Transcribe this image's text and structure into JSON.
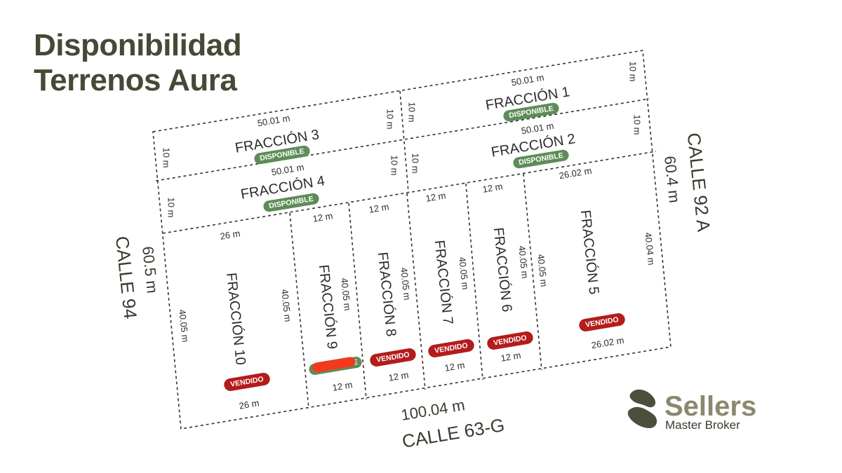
{
  "title": {
    "line1": "Disponibilidad",
    "line2": "Terrenos Aura"
  },
  "colors": {
    "available": "#5e8c58",
    "sold": "#b41c1c",
    "title": "#484836",
    "logo_text": "#8a896f",
    "logo_icon": "#4e4e3d"
  },
  "streets": {
    "right": {
      "name": "CALLE 92 A",
      "length": "60.4 m"
    },
    "left": {
      "name": "CALLE 94",
      "length": "60.5 m"
    },
    "bottom": {
      "name": "CALLE 63-G",
      "length": "100.04 m"
    }
  },
  "lots": {
    "f1": {
      "name": "FRACCIÓN 1",
      "status": "DISPONIBLE",
      "top": "50.01 m",
      "left": "10 m",
      "right": "10 m"
    },
    "f2": {
      "name": "FRACCIÓN 2",
      "status": "DISPONIBLE",
      "top": "50.01 m",
      "left": "10 m",
      "right": "10 m"
    },
    "f3": {
      "name": "FRACCIÓN 3",
      "status": "DISPONIBLE",
      "top": "50.01 m",
      "left": "10 m",
      "right": "10 m"
    },
    "f4": {
      "name": "FRACCIÓN 4",
      "status": "DISPONIBLE",
      "top": "50.01 m",
      "left": "10 m",
      "right": "10 m"
    },
    "f5": {
      "name": "FRACCIÓN 5",
      "status": "VENDIDO",
      "top": "26.02 m",
      "bottom": "26.02 m",
      "left": "40.05 m",
      "right": "40.04 m"
    },
    "f6": {
      "name": "FRACCIÓN 6",
      "status": "VENDIDO",
      "top": "12 m",
      "bottom": "12 m",
      "side": "40.05 m"
    },
    "f7": {
      "name": "FRACCIÓN 7",
      "status": "VENDIDO",
      "top": "12 m",
      "bottom": "12 m",
      "side": "40.05 m"
    },
    "f8": {
      "name": "FRACCIÓN 8",
      "status": "VENDIDO",
      "top": "12 m",
      "bottom": "12 m",
      "side": "40.05 m"
    },
    "f9": {
      "name": "FRACCIÓN 9",
      "status": "DISPONIBLE",
      "top": "12 m",
      "bottom": "12 m",
      "side": "40.05 m"
    },
    "f10": {
      "name": "FRACCIÓN 10",
      "status": "VENDIDO",
      "top": "26 m",
      "bottom": "26 m",
      "left": "40.05 m",
      "right": "40.05 m"
    }
  },
  "logo": {
    "brand": "Sellers",
    "tagline": "Master Broker"
  }
}
